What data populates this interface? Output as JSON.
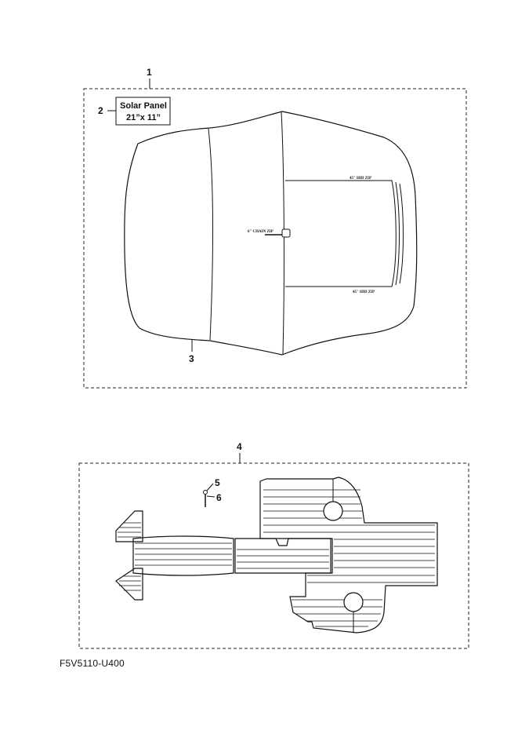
{
  "callouts": {
    "c1": "1",
    "c2": "2",
    "c3": "3",
    "c4": "4",
    "c5": "5",
    "c6": "6"
  },
  "solar_panel": {
    "line1": "Solar Panel",
    "line2": "21”x 11”"
  },
  "cover_labels": {
    "hid_zip_top": "45\" HID ZIP",
    "hid_zip_bottom": "45\" HID ZIP",
    "chain_zip": "6\" CHAIN ZIP"
  },
  "part_code": "F5V5110-U400",
  "colors": {
    "line": "#111111",
    "background": "#ffffff"
  }
}
